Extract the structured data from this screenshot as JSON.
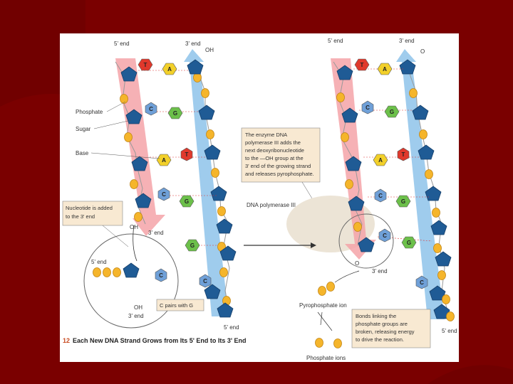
{
  "colors": {
    "slide_background": "#7a0000",
    "panel": "#ffffff",
    "sugar": "#1f5b95",
    "phosphate": "#f5b52b",
    "base_A": "#f2d02a",
    "base_T": "#e0392c",
    "base_C": "#6fa0d8",
    "base_G": "#6cc04a",
    "template_strand_arrow": "#f4a3a8",
    "new_strand_arrow": "#8ec3ea",
    "polymerase": "#ece4d6",
    "note_box": "#f8e9d2"
  },
  "left": {
    "label_5end_top": "5' end",
    "label_3end_top": "3' end",
    "label_OH_top": "OH",
    "label_phosphate": "Phosphate",
    "label_sugar": "Sugar",
    "label_base": "Base",
    "note_nucleotide": [
      "Nucleotide is added",
      "to the 3' end"
    ],
    "label_3end_mid": "3' end",
    "label_OH_mid": "OH",
    "label_5end_circle": "5' end",
    "label_OH_circle": "OH",
    "label_3end_circle": "3' end",
    "label_5end_bottom": "5' end",
    "note_cpairs": "C pairs with G",
    "caption_prefix": "12",
    "caption_title": "Each New DNA Strand Grows from Its 5' End to Its 3' End"
  },
  "middle": {
    "note_enzyme": [
      "The enzyme DNA",
      "polymerase III adds the",
      "next deoxyribonucleotide",
      "to the —OH group at the",
      "3' end of the growing strand",
      "and releases pyrophosphate."
    ],
    "label_polymerase": "DNA polymerase III"
  },
  "right": {
    "label_5end_top": "5' end",
    "label_3end_top": "3' end",
    "label_OH_top": "O",
    "label_O_circle": "O",
    "label_3end_circle": "3' end",
    "label_pyrophosphate": "Pyrophosphate ion",
    "note_bonds": [
      "Bonds linking the",
      "phosphate groups are",
      "broken, releasing energy",
      "to drive the reaction."
    ],
    "label_5end_bottom": "5' end",
    "label_phosphate_ions": "Phosphate ions"
  },
  "base_letters": {
    "A": "A",
    "T": "T",
    "C": "C",
    "G": "G"
  }
}
